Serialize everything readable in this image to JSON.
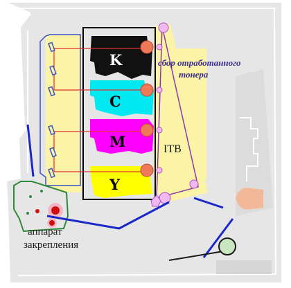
{
  "toners": {
    "k": {
      "letter": "K",
      "color": "#111111",
      "text_color": "#ffffff"
    },
    "c": {
      "letter": "C",
      "color": "#00e8f0",
      "text_color": "#000000"
    },
    "m": {
      "letter": "M",
      "color": "#ff00ff",
      "text_color": "#000000"
    },
    "y": {
      "letter": "Y",
      "color": "#ffff00",
      "text_color": "#000000"
    }
  },
  "labels": {
    "waste_toner_line1": "сбор отработанного",
    "waste_toner_line2": "тонера",
    "itb": "ITB",
    "fuser_line1": "аппарат",
    "fuser_line2": "закрепления"
  },
  "colors": {
    "housing": "#e6e6e6",
    "belt_area": "#fbf3a6",
    "laser_path": "#e03030",
    "paper_path": "#1a28c8",
    "drum": "#ee7a5a",
    "roller": "#f0b8f0",
    "fuser_frame": "#2e8a3a",
    "fuser_roller": "#d01010",
    "pickup_roller": "#f3b898",
    "belt_outline": "#8a3aa8"
  }
}
